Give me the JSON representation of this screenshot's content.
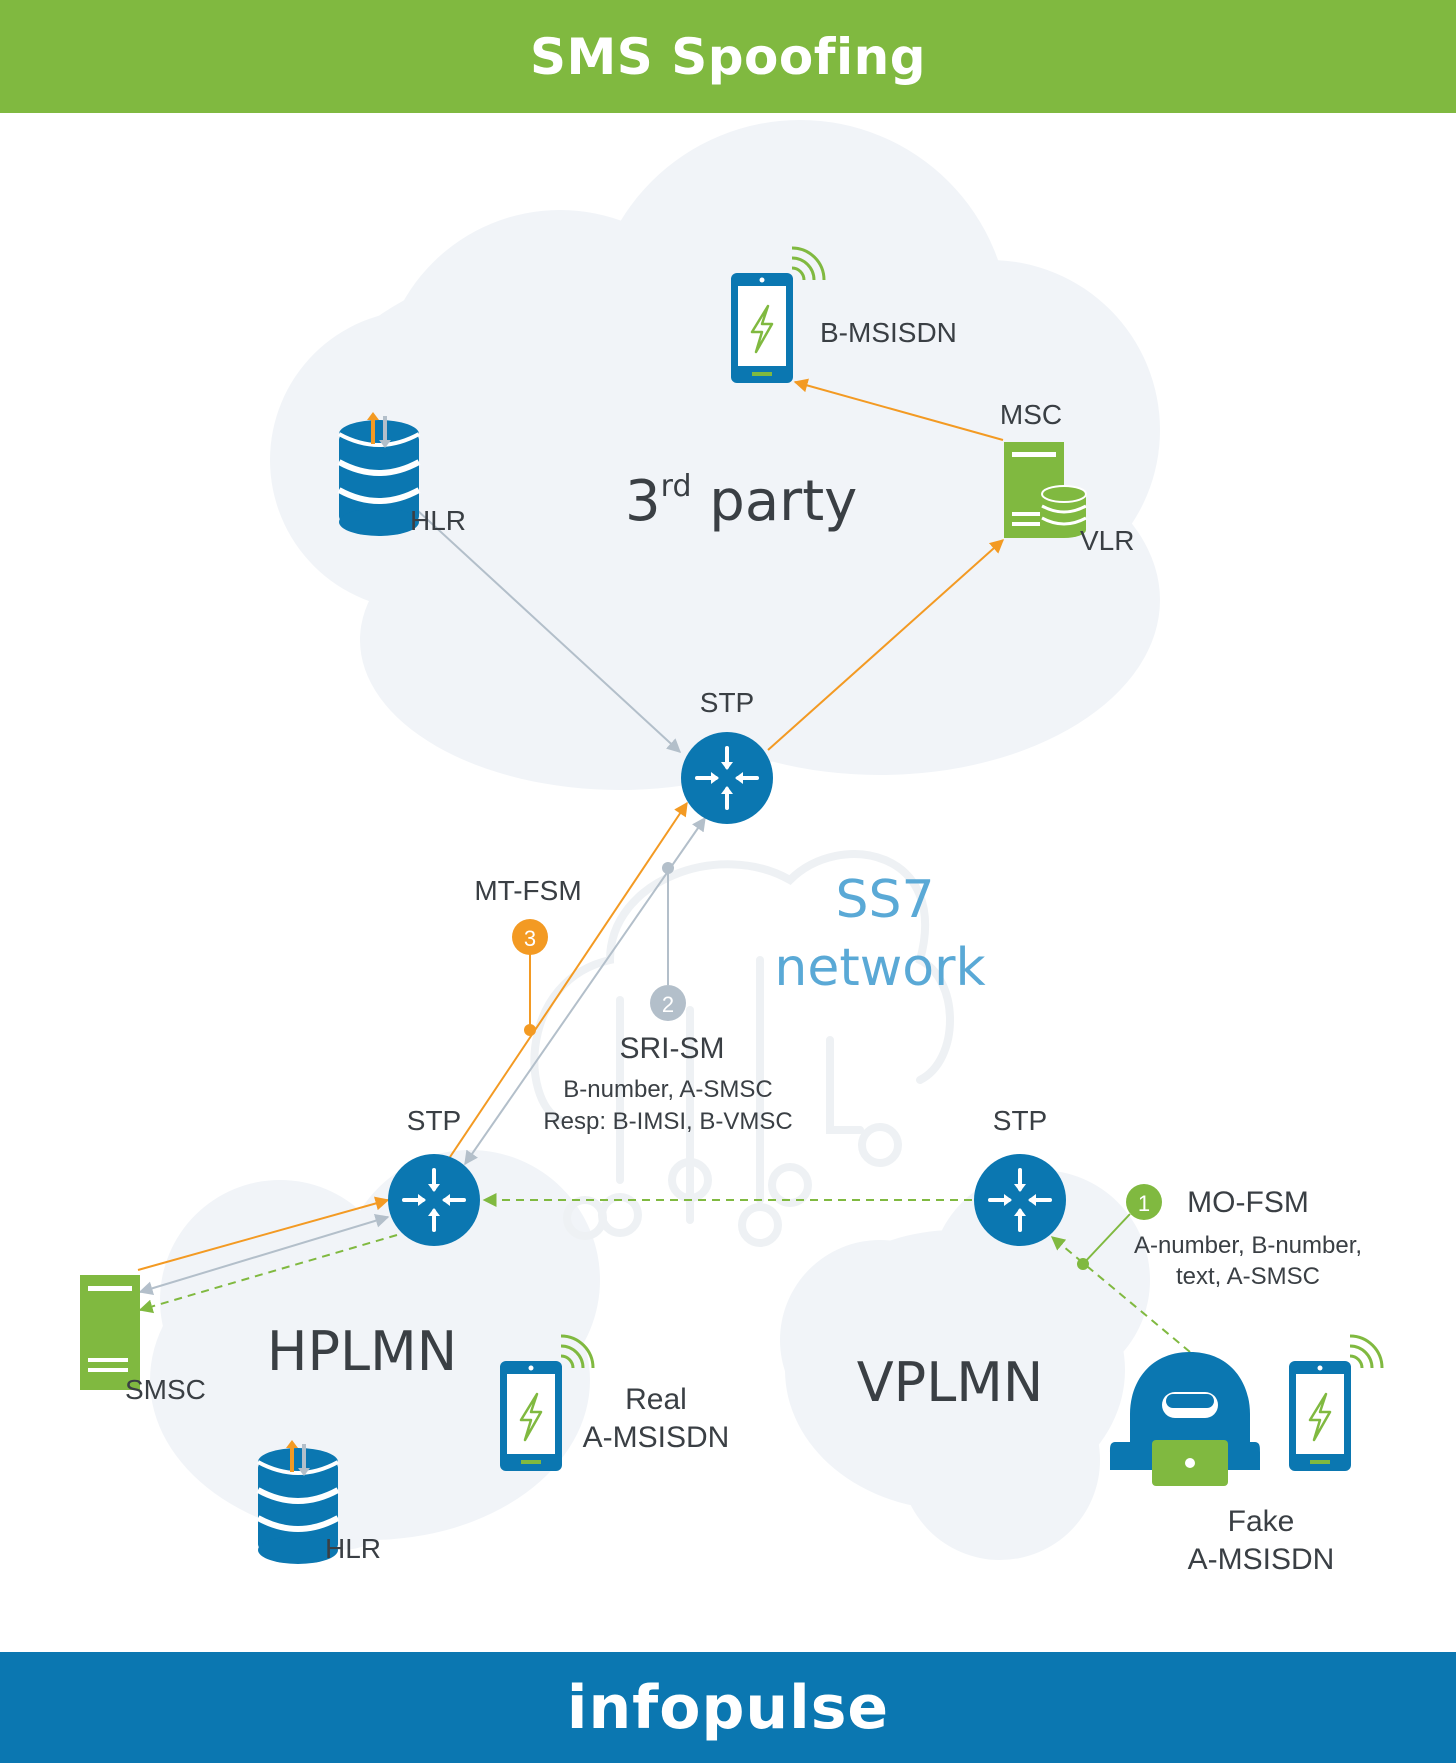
{
  "header": {
    "title": "SMS Spoofing"
  },
  "footer": {
    "logo": "infopulse"
  },
  "colors": {
    "green": "#80b940",
    "blue": "#0b77b1",
    "orange": "#f39a23",
    "gray": "#b3bfca",
    "cloud": "#f1f4f8",
    "ss7text": "#5aa9d6"
  },
  "clouds": {
    "third_party": {
      "label": "3",
      "label_sup": "rd",
      "label_rest": " party"
    },
    "hplmn": {
      "label": "HPLMN"
    },
    "vplmn": {
      "label": "VPLMN"
    },
    "ss7": {
      "line1": "SS7",
      "line2": "network"
    }
  },
  "nodes": {
    "stp_top": {
      "label": "STP",
      "icon": "router-icon"
    },
    "stp_left": {
      "label": "STP",
      "icon": "router-icon"
    },
    "stp_right": {
      "label": "STP",
      "icon": "router-icon"
    },
    "hlr_top": {
      "label": "HLR",
      "icon": "database-icon"
    },
    "hlr_bottom": {
      "label": "HLR",
      "icon": "database-icon"
    },
    "msc": {
      "label": "MSC",
      "icon": "server-icon"
    },
    "vlr": {
      "label": "VLR",
      "icon": "database-icon"
    },
    "smsc": {
      "label": "SMSC",
      "icon": "server-icon"
    },
    "b_msisdn": {
      "label": "B-MSISDN",
      "icon": "phone-icon"
    },
    "real_a_msisdn": {
      "line1": "Real",
      "line2": "A-MSISDN",
      "icon": "phone-icon"
    },
    "fake_a_msisdn": {
      "line1": "Fake",
      "line2": "A-MSISDN",
      "icon": "hacker-icon"
    }
  },
  "steps": [
    {
      "num": "1",
      "title": "MO-FSM",
      "line1": "A-number, B-number,",
      "line2": "text, A-SMSC"
    },
    {
      "num": "2",
      "title": "SRI-SM",
      "line1": "B-number, A-SMSC",
      "line2": "Resp: B-IMSI, B-VMSC"
    },
    {
      "num": "3",
      "title": "MT-FSM"
    }
  ]
}
